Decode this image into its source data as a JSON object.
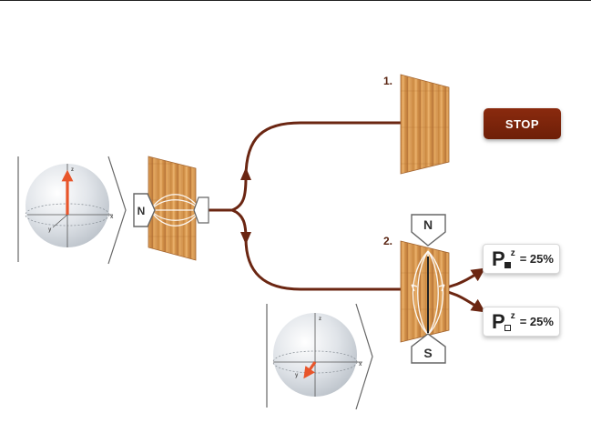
{
  "stages": [
    {
      "label": "1."
    },
    {
      "label": "2."
    }
  ],
  "stop_button": {
    "label": "STOP"
  },
  "magnets": {
    "north": "N",
    "south": "S"
  },
  "outcomes": [
    {
      "symbol": "P",
      "superscript": "z",
      "subscript_state": "filled",
      "value": "= 25%"
    },
    {
      "symbol": "P",
      "superscript": "z",
      "subscript_state": "empty",
      "value": "= 25%"
    }
  ],
  "bloch_axes": {
    "z": "z",
    "x": "x",
    "y": "y"
  },
  "colors": {
    "path": "#6b2612",
    "button": "#7a240b",
    "spin_arrow": "#e8552a",
    "wood_light": "#e0a45c",
    "wood_dark": "#b9773a"
  }
}
